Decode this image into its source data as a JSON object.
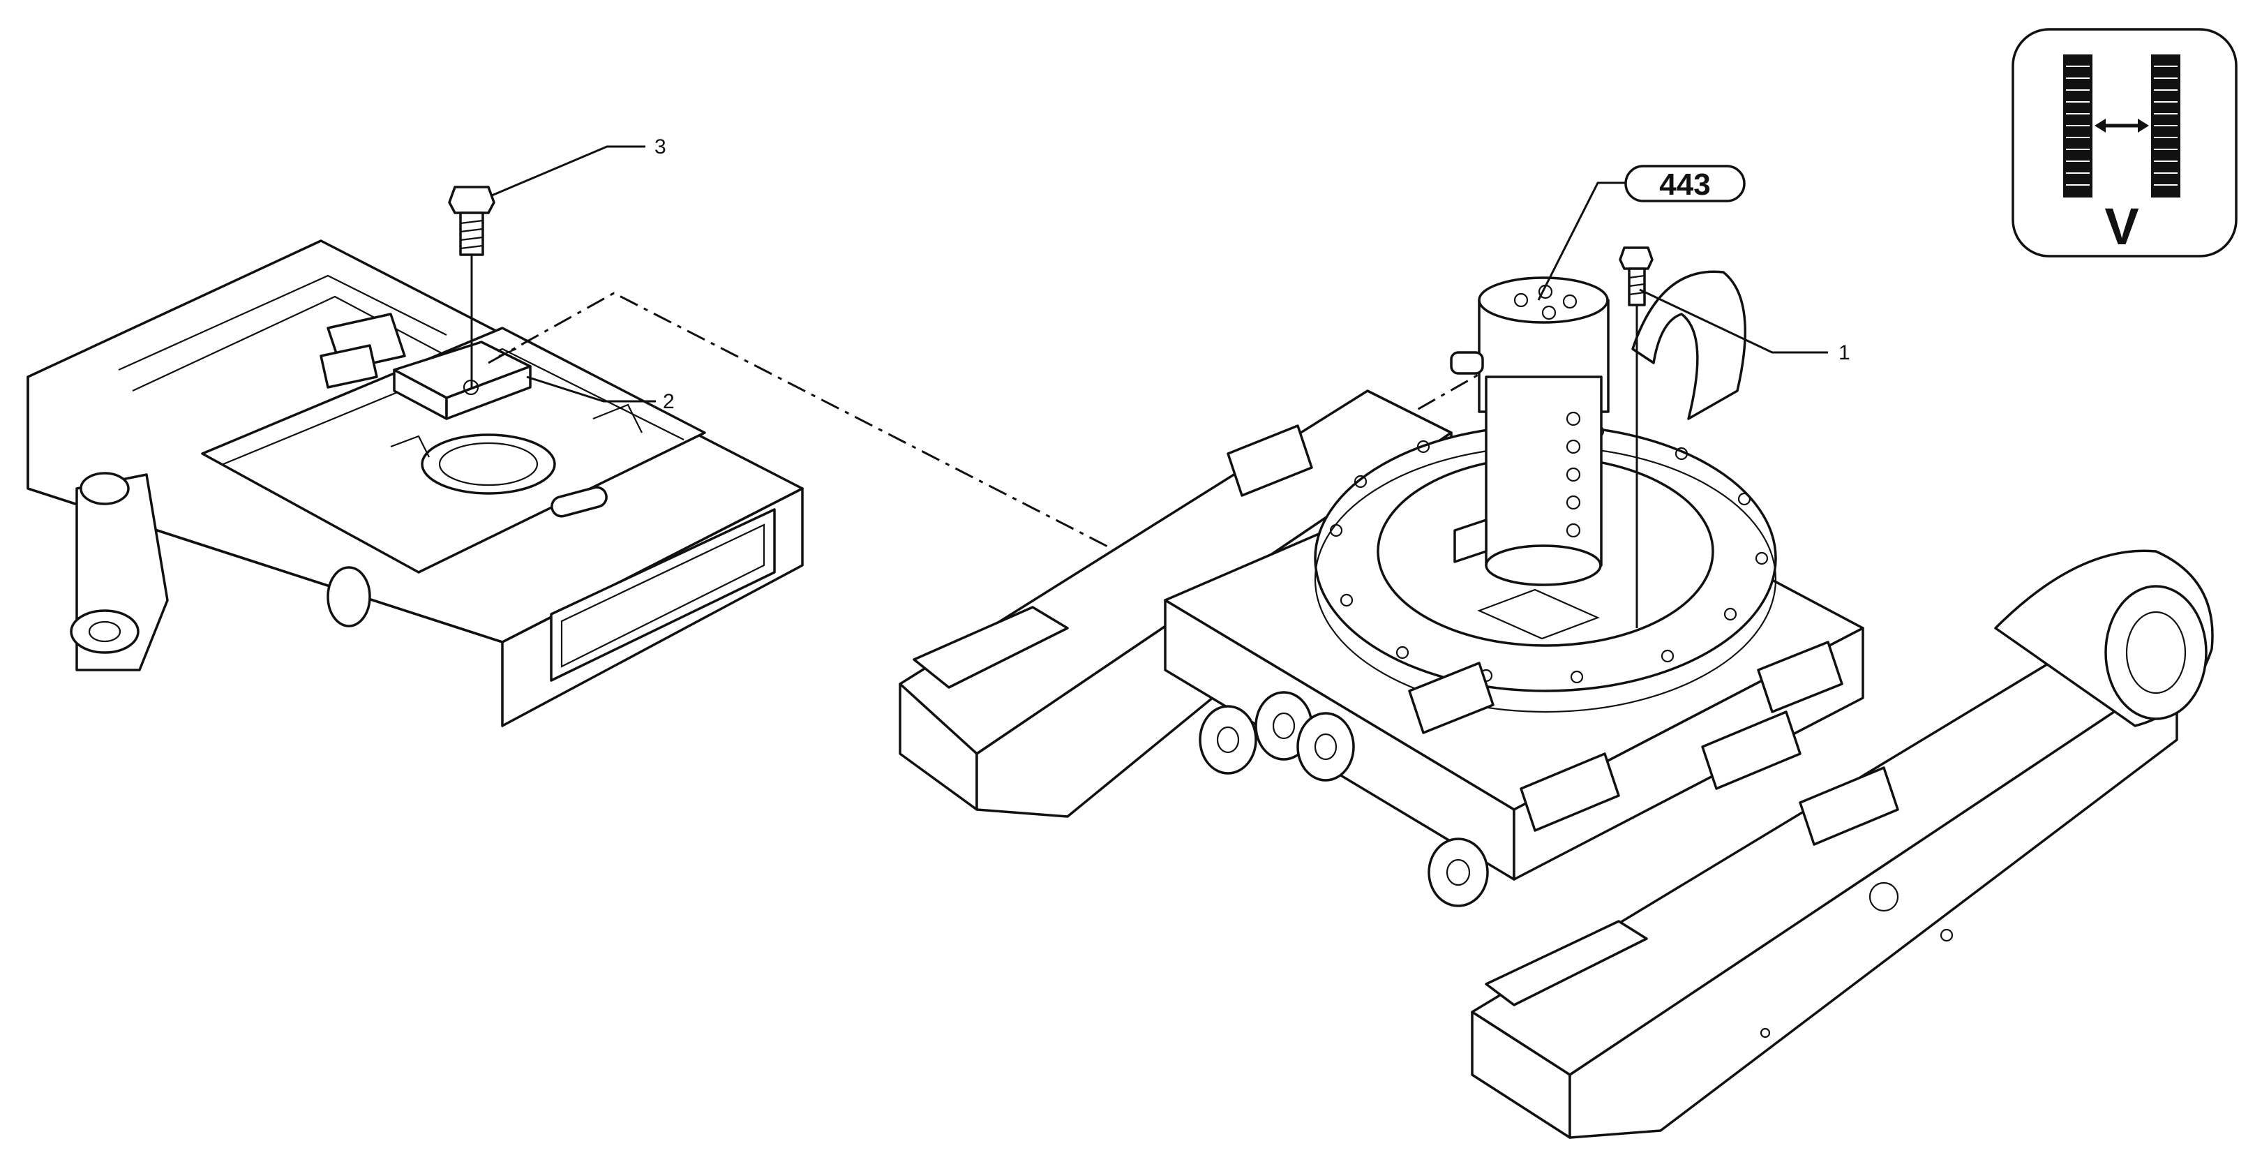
{
  "callouts": [
    {
      "id": "1",
      "label": "1"
    },
    {
      "id": "2",
      "label": "2"
    },
    {
      "id": "3",
      "label": "3"
    }
  ],
  "reference_tag": {
    "label": "443"
  },
  "version_badge": {
    "letter": "V",
    "icon": "track-width-adjust-icon"
  },
  "colors": {
    "ink": "#111111",
    "paper": "#ffffff"
  }
}
